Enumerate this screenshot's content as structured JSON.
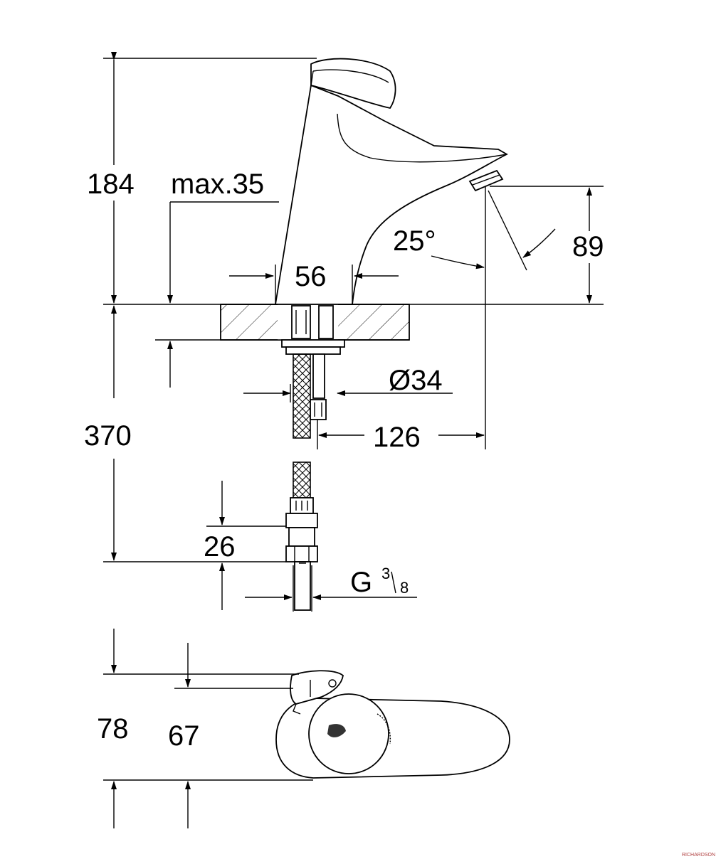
{
  "dimensions": {
    "total_height": "184",
    "max_deck_thickness": "max.35",
    "base_diameter": "56",
    "spout_angle": "25°",
    "outlet_height": "89",
    "tail_diameter": "Ø34",
    "projection": "126",
    "hose_length": "370",
    "nut_length": "26",
    "thread_main": "G",
    "thread_num": "3",
    "thread_den": "8",
    "top_width": "78",
    "body_width": "67"
  },
  "watermark": "RICHARDSON",
  "colors": {
    "line": "#000000",
    "background": "#ffffff",
    "watermark": "#b04040"
  }
}
